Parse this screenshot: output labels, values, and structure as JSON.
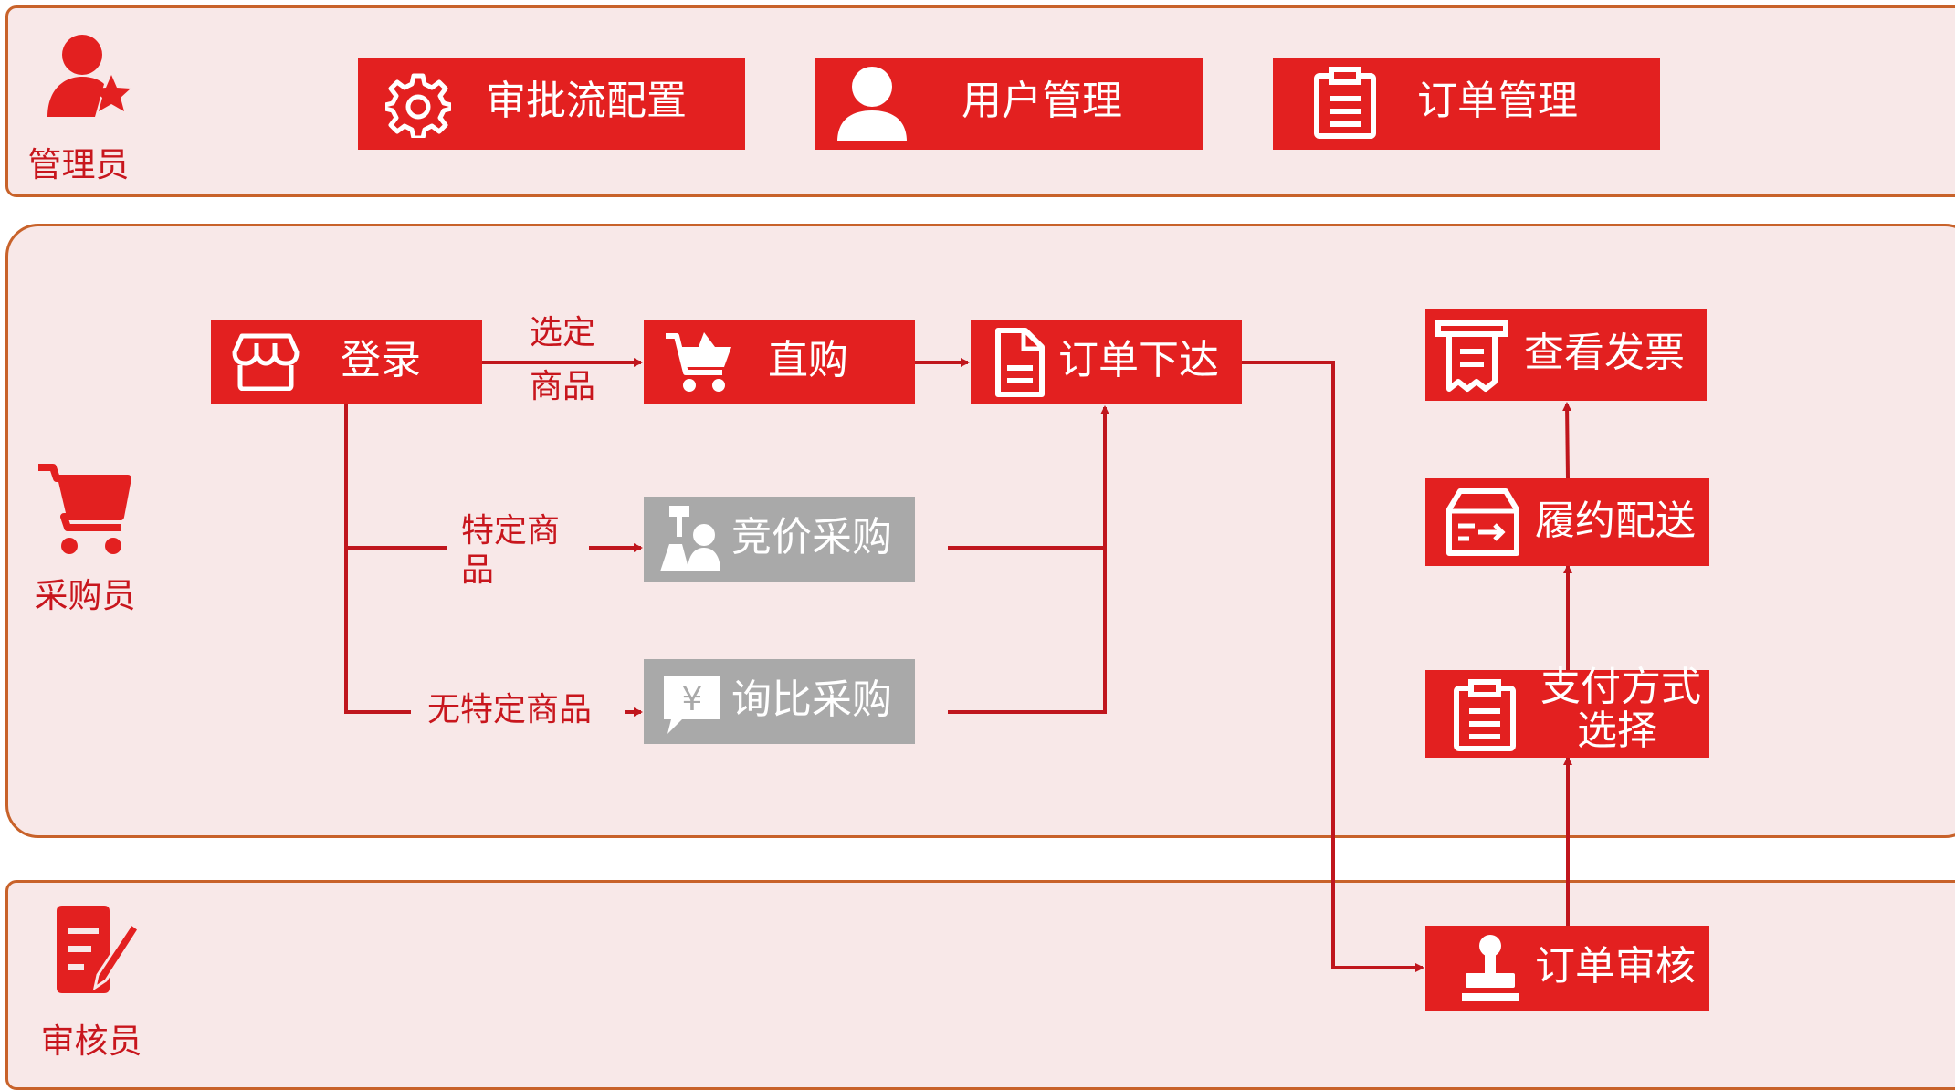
{
  "lanes": {
    "admin": {
      "label": "管理员"
    },
    "buyer": {
      "label": "采购员"
    },
    "auditor": {
      "label": "审核员"
    }
  },
  "admin_boxes": {
    "approval_flow": {
      "label": "审批流配置",
      "icon": "gear-icon"
    },
    "user_mgmt": {
      "label": "用户管理",
      "icon": "user-icon"
    },
    "order_mgmt": {
      "label": "订单管理",
      "icon": "clipboard-icon"
    }
  },
  "buyer_boxes": {
    "login": {
      "label": "登录",
      "icon": "store-icon"
    },
    "direct_buy": {
      "label": "直购",
      "icon": "cart-icon"
    },
    "place_order": {
      "label": "订单下达",
      "icon": "document-icon"
    },
    "bidding": {
      "label": "竞价采购",
      "icon": "auction-icon"
    },
    "inquiry": {
      "label": "询比采购",
      "icon": "yen-chat-icon"
    },
    "view_invoice": {
      "label": "查看发票",
      "icon": "receipt-icon"
    },
    "delivery": {
      "label": "履约配送",
      "icon": "delivery-box-icon"
    },
    "payment_line1": {
      "label": "支付方式"
    },
    "payment_line2": {
      "label": "选择"
    },
    "payment": {
      "icon": "clipboard-icon"
    }
  },
  "auditor_boxes": {
    "order_review": {
      "label": "订单审核",
      "icon": "stamp-icon"
    }
  },
  "edge_labels": {
    "selected_line1": "选定",
    "selected_line2": "商品",
    "specific_line1": "特定商",
    "specific_line2": "品",
    "no_specific": "无特定商品"
  },
  "colors": {
    "accent": "#e32020",
    "line": "#c0161d",
    "lane_fill": "#f8e8e8",
    "lane_border": "#c8622a",
    "disabled": "#a9a9a9"
  }
}
